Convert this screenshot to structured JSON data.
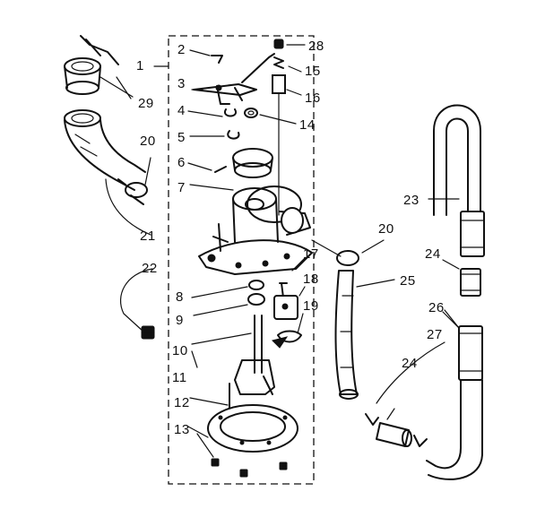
{
  "diagram": {
    "callouts": [
      {
        "id": "1",
        "text": "1"
      },
      {
        "id": "2",
        "text": "2"
      },
      {
        "id": "3",
        "text": "3"
      },
      {
        "id": "4",
        "text": "4"
      },
      {
        "id": "5",
        "text": "5"
      },
      {
        "id": "6",
        "text": "6"
      },
      {
        "id": "7",
        "text": "7"
      },
      {
        "id": "8",
        "text": "8"
      },
      {
        "id": "9",
        "text": "9"
      },
      {
        "id": "10",
        "text": "10"
      },
      {
        "id": "11",
        "text": "11"
      },
      {
        "id": "12",
        "text": "12"
      },
      {
        "id": "13",
        "text": "13"
      },
      {
        "id": "14",
        "text": "14"
      },
      {
        "id": "15",
        "text": "15"
      },
      {
        "id": "16",
        "text": "16"
      },
      {
        "id": "17",
        "text": "17"
      },
      {
        "id": "18",
        "text": "18"
      },
      {
        "id": "19",
        "text": "19"
      },
      {
        "id": "20a",
        "text": "20"
      },
      {
        "id": "20b",
        "text": "20"
      },
      {
        "id": "21",
        "text": "21"
      },
      {
        "id": "22",
        "text": "22"
      },
      {
        "id": "23",
        "text": "23"
      },
      {
        "id": "24a",
        "text": "24"
      },
      {
        "id": "24b",
        "text": "24"
      },
      {
        "id": "25",
        "text": "25"
      },
      {
        "id": "26",
        "text": "26"
      },
      {
        "id": "27",
        "text": "27"
      },
      {
        "id": "28",
        "text": "28"
      },
      {
        "id": "29",
        "text": "29"
      }
    ]
  }
}
